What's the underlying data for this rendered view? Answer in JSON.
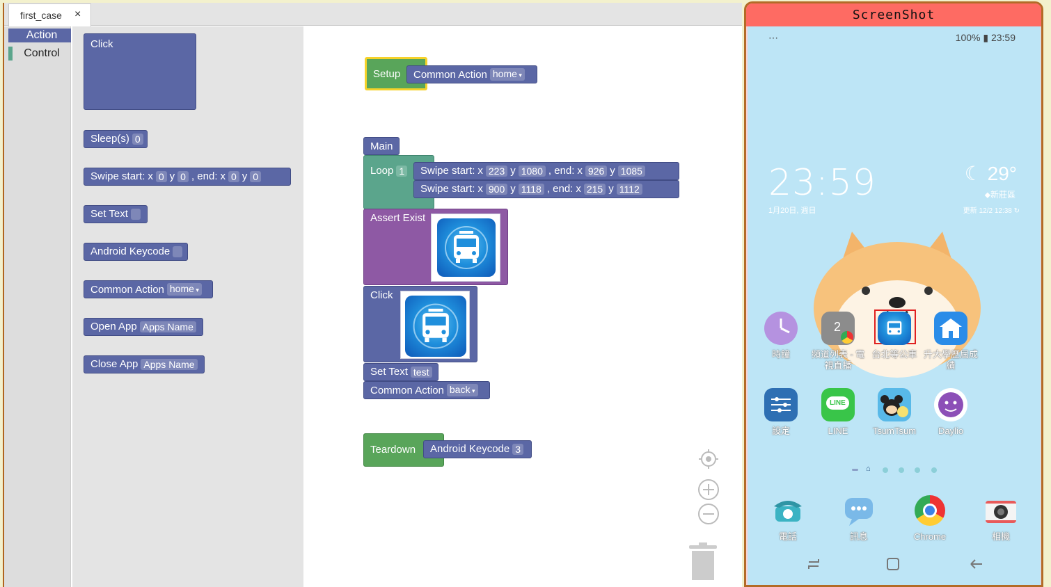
{
  "tab": {
    "title": "first_case",
    "close": "×"
  },
  "toolbox": {
    "categories": [
      "Action",
      "Control"
    ]
  },
  "flyout": {
    "click": "Click",
    "sleep": {
      "label": "Sleep(s)",
      "value": "0"
    },
    "swipe": {
      "label": "Swipe  start:",
      "x": "x",
      "y": "y",
      "end": ", end:",
      "x1": "0",
      "y1": "0",
      "x2": "0",
      "y2": "0"
    },
    "set_text": "Set Text",
    "android_keycode": "Android Keycode",
    "common_action": {
      "label": "Common Action",
      "value": "home"
    },
    "open_app": {
      "label": "Open App",
      "value": "Apps Name"
    },
    "close_app": {
      "label": "Close App",
      "value": "Apps Name"
    }
  },
  "workspace": {
    "setup": {
      "label": "Setup",
      "action": "Common Action",
      "value": "home"
    },
    "main": "Main",
    "loop": {
      "label": "Loop",
      "count": "1"
    },
    "swipe1": {
      "label": "Swipe  start:",
      "x": "x",
      "y": "y",
      "end": ", end:",
      "x1": "223",
      "y1": "1080",
      "x2": "926",
      "y2": "1085"
    },
    "swipe2": {
      "label": "Swipe  start:",
      "x": "x",
      "y": "y",
      "end": ", end:",
      "x1": "900",
      "y1": "1118",
      "x2": "215",
      "y2": "1112"
    },
    "assert_exist": "Assert Exist",
    "click": "Click",
    "set_text": {
      "label": "Set Text",
      "value": "test"
    },
    "common_action": {
      "label": "Common Action",
      "value": "back"
    },
    "teardown": {
      "label": "Teardown",
      "action": "Android Keycode",
      "value": "3"
    }
  },
  "phone": {
    "title": "ScreenShot",
    "status_left": "  ⋯",
    "status_right": "100% ▮ 23:59",
    "clock": "23:59",
    "date": "1月20日, 週日",
    "temp": "☾ 29°",
    "location": "⬥新莊區",
    "updated": "更新 12/2 12:38 ↻",
    "apps_row1": [
      "時鐘",
      "頻道列表 - 電視直播",
      "台北等公車",
      "升大學歷屆成績"
    ],
    "badge": "2",
    "apps_row2": [
      "設定",
      "LINE",
      "TsumTsum",
      "Daylio"
    ],
    "line_icon_text": "LINE",
    "dock": [
      "電話",
      "訊息",
      "Chrome",
      "相機"
    ],
    "highlight_color": "#e02020"
  }
}
